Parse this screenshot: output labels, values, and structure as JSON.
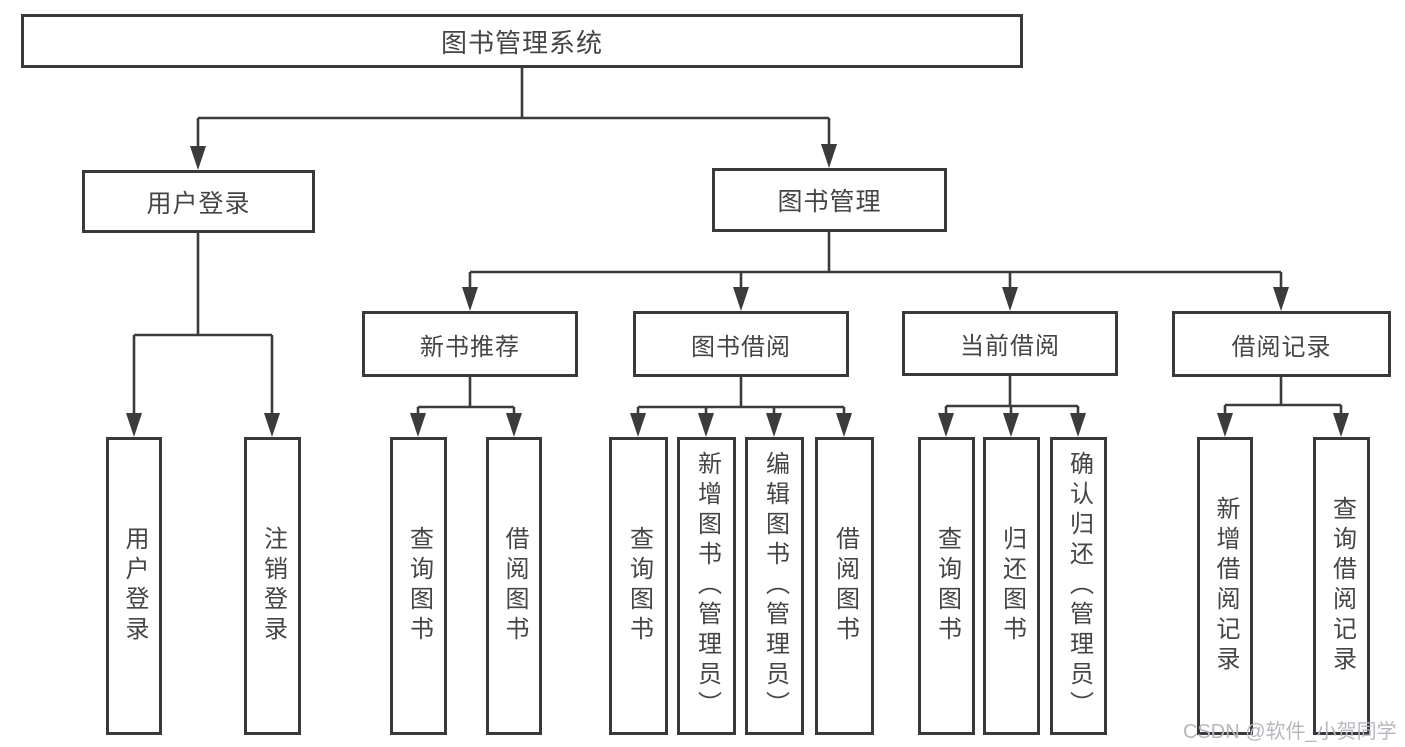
{
  "tree": {
    "root": "图书管理系统",
    "branches": [
      {
        "label": "用户登录",
        "children": [
          "用户登录",
          "注销登录"
        ]
      },
      {
        "label": "图书管理",
        "groups": [
          {
            "label": "新书推荐",
            "children": [
              "查询图书",
              "借阅图书"
            ]
          },
          {
            "label": "图书借阅",
            "children": [
              "查询图书",
              "新增图书（管理员）",
              "编辑图书（管理员）",
              "借阅图书"
            ]
          },
          {
            "label": "当前借阅",
            "children": [
              "查询图书",
              "归还图书",
              "确认归还（管理员）"
            ]
          },
          {
            "label": "借阅记录",
            "children": [
              "新增借阅记录",
              "查询借阅记录"
            ]
          }
        ]
      }
    ]
  },
  "watermark": "CSDN @软件_小贺同学",
  "colors": {
    "line": "#3b3b3d",
    "box_border": "#39393b",
    "text": "#454547",
    "watermark": "#b7b7bd",
    "background": "#ffffff"
  }
}
